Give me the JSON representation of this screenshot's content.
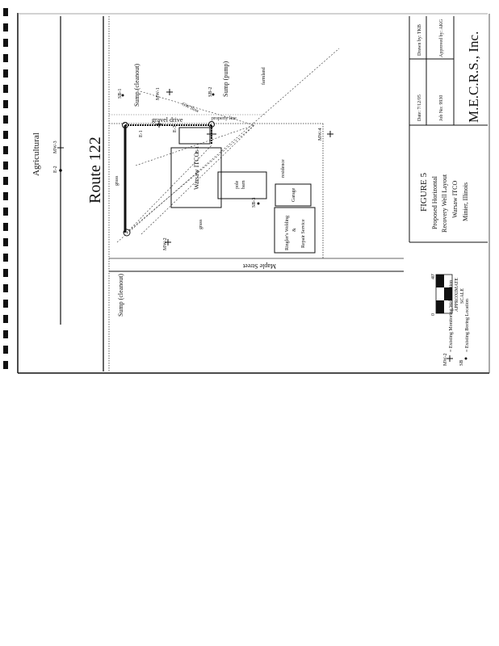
{
  "title_block": {
    "company": "M.E.C.R.S., Inc.",
    "date": "Date: 7/12/05",
    "drawn_by": "Drawn by: TKB",
    "job_no": "Job No: 9930",
    "approved_by": "Approved by: AKG",
    "figure": "FIGURE 5",
    "desc_line1": "Proposed Horizontal",
    "desc_line2": "Recovery Well Layout",
    "site": "Warsaw ITCO",
    "location": "Minier, Illinois"
  },
  "scale": {
    "start": "0",
    "end": "40'",
    "label1": "APPROXIMATE",
    "label2": "SCALE"
  },
  "legend": {
    "mw_symbol": "MW-2",
    "mw_text": "= Existing Monitoring Well Location",
    "sb_symbol": "SB",
    "sb_text": "= Existing Boring Location"
  },
  "map": {
    "agricultural": "Agricultural",
    "route": "Route 122",
    "maple_street": "Maple Street",
    "gravel_drive": "gravel drive",
    "property_line": "property line",
    "sump_cleanout_top": "Sump (cleanout)",
    "sump_cleanout_bottom": "Sump (cleanout)",
    "sump_pump": "Sump (pump)",
    "warsaw_itco": "Warsaw ITCO",
    "pole_barn_1": "pole",
    "pole_barn_2": "barn",
    "garage": "Garage",
    "ringlers_1": "Ringler's Welding",
    "ringlers_amp": "&",
    "ringlers_2": "Repair Service",
    "grass_1": "grass",
    "grass_2": "grass",
    "farmland": "farmland",
    "flow": "GW flow",
    "residence": "residence",
    "wells": {
      "e2": "E-2",
      "mw3": "MW-3",
      "mw1": "MW-1",
      "mw2": "MW-2",
      "sb1": "SB-1",
      "sb2": "SB-2",
      "sb3": "SB-3",
      "b1": "B-1",
      "e1": "E-1",
      "e3": "E-3",
      "mw4": "MW-4"
    }
  }
}
